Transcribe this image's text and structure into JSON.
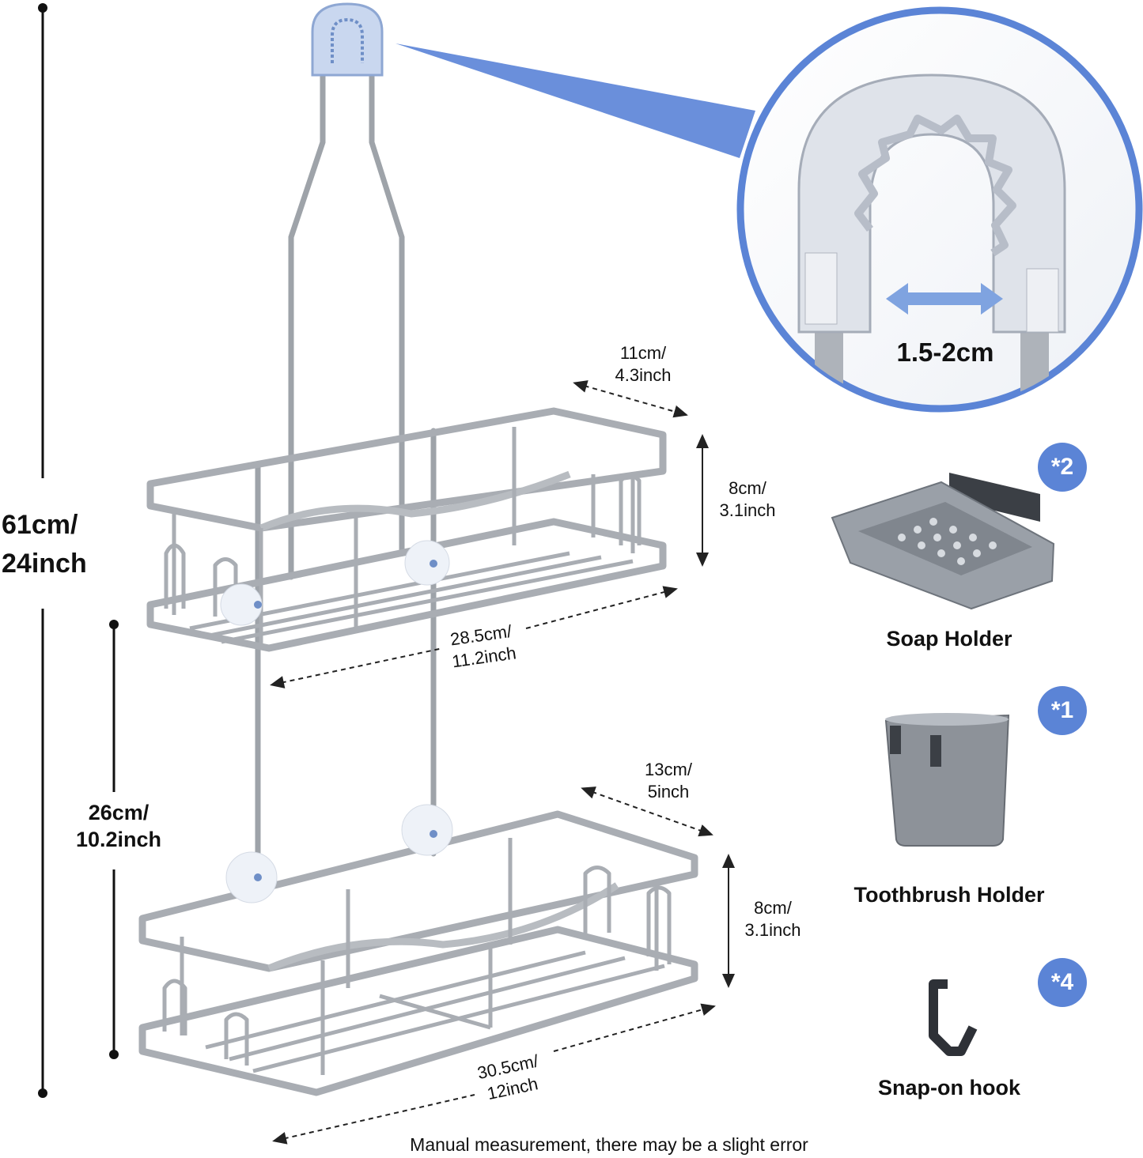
{
  "dimensions": {
    "total_height": {
      "line1": "61cm/",
      "line2": "24inch"
    },
    "shelf_gap": {
      "line1": "26cm/",
      "line2": "10.2inch"
    },
    "upper_depth": {
      "line1": "11cm/",
      "line2": "4.3inch"
    },
    "upper_height": {
      "line1": "8cm/",
      "line2": "3.1inch"
    },
    "upper_width": {
      "line1": "28.5cm/",
      "line2": "11.2inch"
    },
    "lower_depth": {
      "line1": "13cm/",
      "line2": "5inch"
    },
    "lower_height": {
      "line1": "8cm/",
      "line2": "3.1inch"
    },
    "lower_width": {
      "line1": "30.5cm/",
      "line2": "12inch"
    },
    "hook_gap": "1.5-2cm"
  },
  "accessories": [
    {
      "name": "Soap Holder",
      "qty": "*2",
      "icon": "soap-holder-icon"
    },
    {
      "name": "Toothbrush Holder",
      "qty": "*1",
      "icon": "toothbrush-cup-icon"
    },
    {
      "name": "Snap-on hook",
      "qty": "*4",
      "icon": "snap-hook-icon"
    }
  ],
  "footnote": "Manual measurement, there may be a slight error",
  "colors": {
    "accent": "#5b84d6",
    "metal": "#a9adb3",
    "text": "#111111"
  }
}
